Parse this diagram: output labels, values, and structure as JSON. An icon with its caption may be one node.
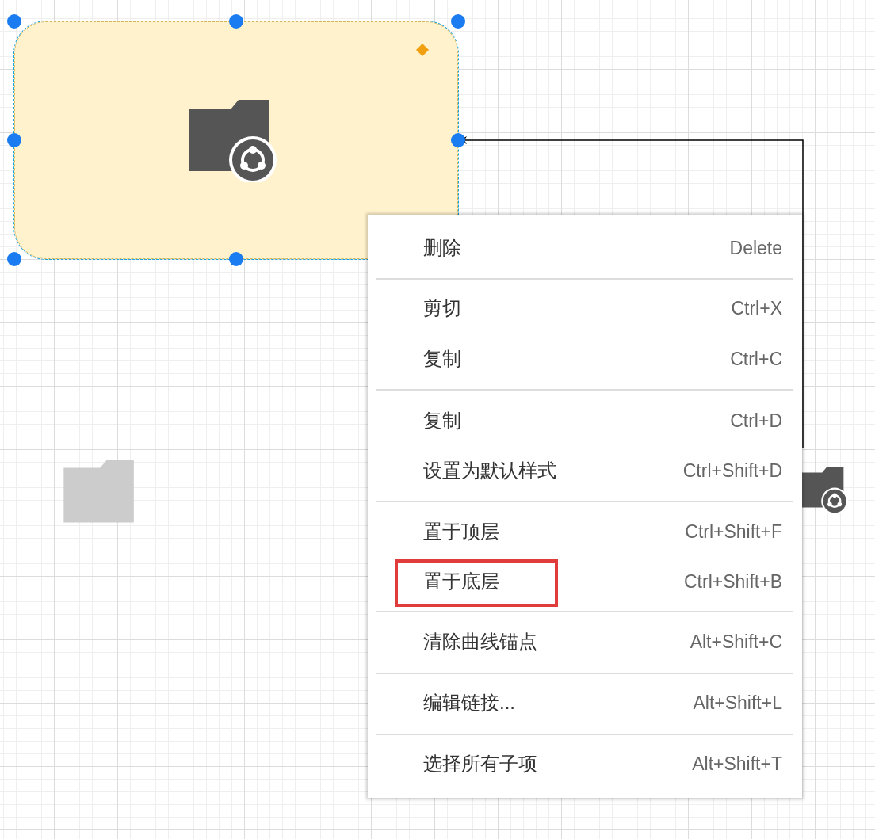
{
  "diagram": {
    "nodes": [
      {
        "text": [],
        "shape": "box"
      },
      {
        "text": [],
        "shape": "folder"
      },
      {
        "text": [],
        "shape": "picture"
      }
    ],
    "edges": [
      {
        "from": 2,
        "to": 0,
        "arrow": "to"
      }
    ],
    "labels": [
      "删除",
      "Delete",
      "剪切",
      "Ctrl+X",
      "复制",
      "Ctrl+C",
      "复制",
      "Ctrl+D",
      "设置为默认样式",
      "Ctrl+Shift+D",
      "置于顶层",
      "Ctrl+Shift+F",
      "置于底层",
      "Ctrl+Shift+B",
      "清除曲线锚点",
      "Alt+Shift+C",
      "编辑链接...",
      "Alt+Shift+L",
      "选择所有子项",
      "Alt+Shift+T"
    ]
  }
}
